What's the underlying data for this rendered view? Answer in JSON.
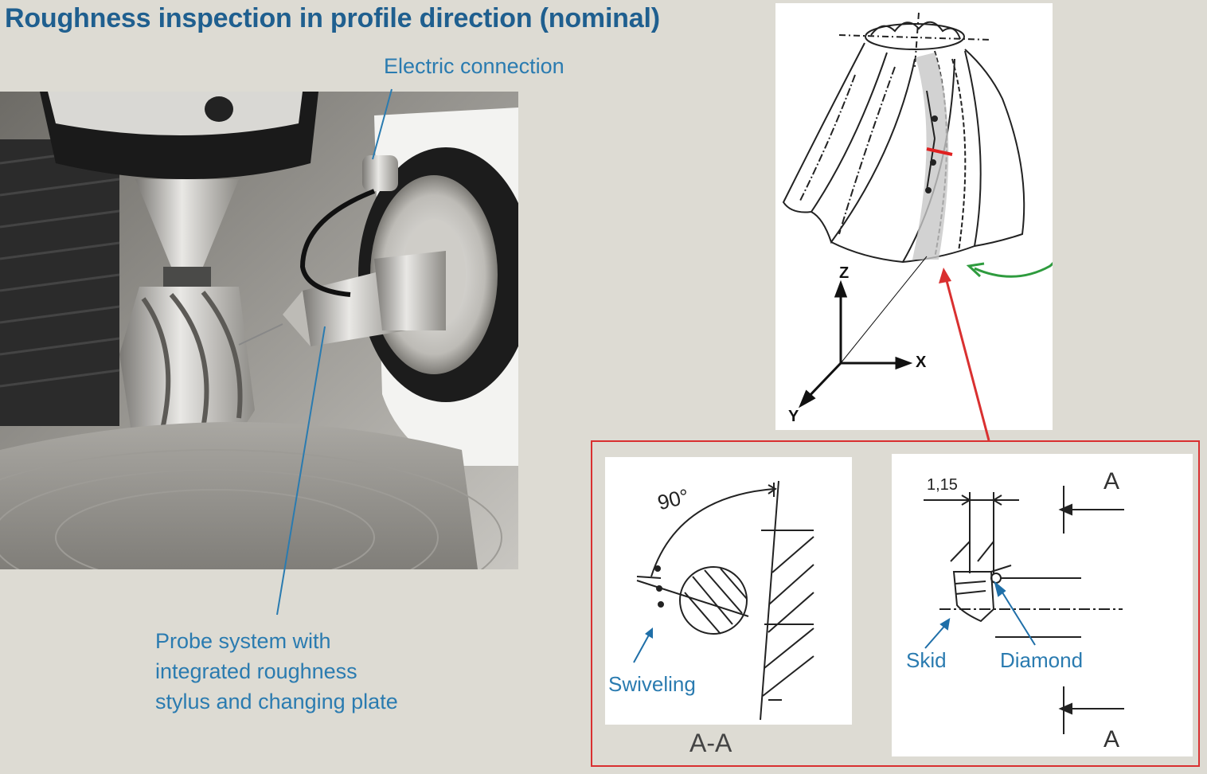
{
  "title": "Roughness inspection in profile direction (nominal)",
  "callouts": {
    "electric_connection": "Electric connection",
    "probe_line1": "Probe system with",
    "probe_line2": "integrated roughness",
    "probe_line3": "stylus and changing plate"
  },
  "axes": {
    "z": "Z",
    "x": "X",
    "y": "Y"
  },
  "section_view": {
    "angle": "90°",
    "swiveling": "Swiveling",
    "caption": "A-A"
  },
  "side_view": {
    "dimension": "1,15",
    "section_mark_top": "A",
    "section_mark_bottom": "A",
    "skid": "Skid",
    "diamond": "Diamond"
  },
  "colors": {
    "title": "#1f5f8f",
    "callout": "#2a7bb0",
    "frame": "#d93030",
    "rotation_arrow": "#2e9b3e",
    "background": "#dddbd3"
  }
}
